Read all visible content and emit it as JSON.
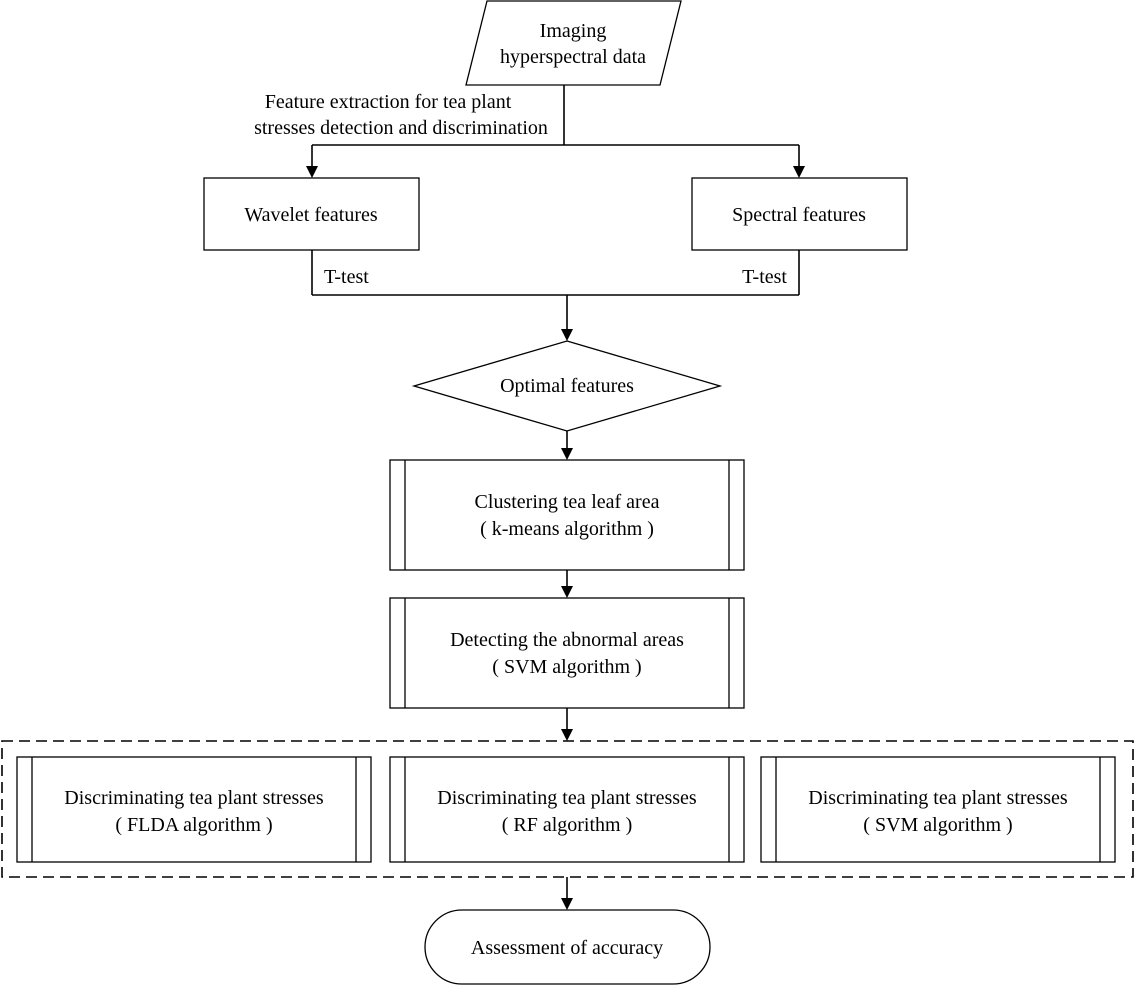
{
  "nodes": {
    "input": {
      "line1": "Imaging",
      "line2": "hyperspectral data"
    },
    "wavelet": "Wavelet features",
    "spectral": "Spectral features",
    "optimal": "Optimal features",
    "clustering": {
      "line1": "Clustering tea leaf area",
      "line2": "( k-means algorithm )"
    },
    "detecting": {
      "line1": "Detecting the abnormal areas",
      "line2": "( SVM algorithm )"
    },
    "discriminating": [
      {
        "line1": "Discriminating tea plant stresses",
        "line2": "( FLDA algorithm )"
      },
      {
        "line1": "Discriminating tea plant stresses",
        "line2": "( RF algorithm )"
      },
      {
        "line1": "Discriminating tea plant stresses",
        "line2": "( SVM algorithm )"
      }
    ],
    "assessment": "Assessment of accuracy"
  },
  "edge_labels": {
    "feature_extraction": {
      "line1": "Feature extraction for tea plant",
      "line2": "stresses detection and discrimination"
    },
    "ttest_left": "T-test",
    "ttest_right": "T-test"
  },
  "colors": {
    "stroke": "#000000",
    "fill": "#ffffff"
  }
}
